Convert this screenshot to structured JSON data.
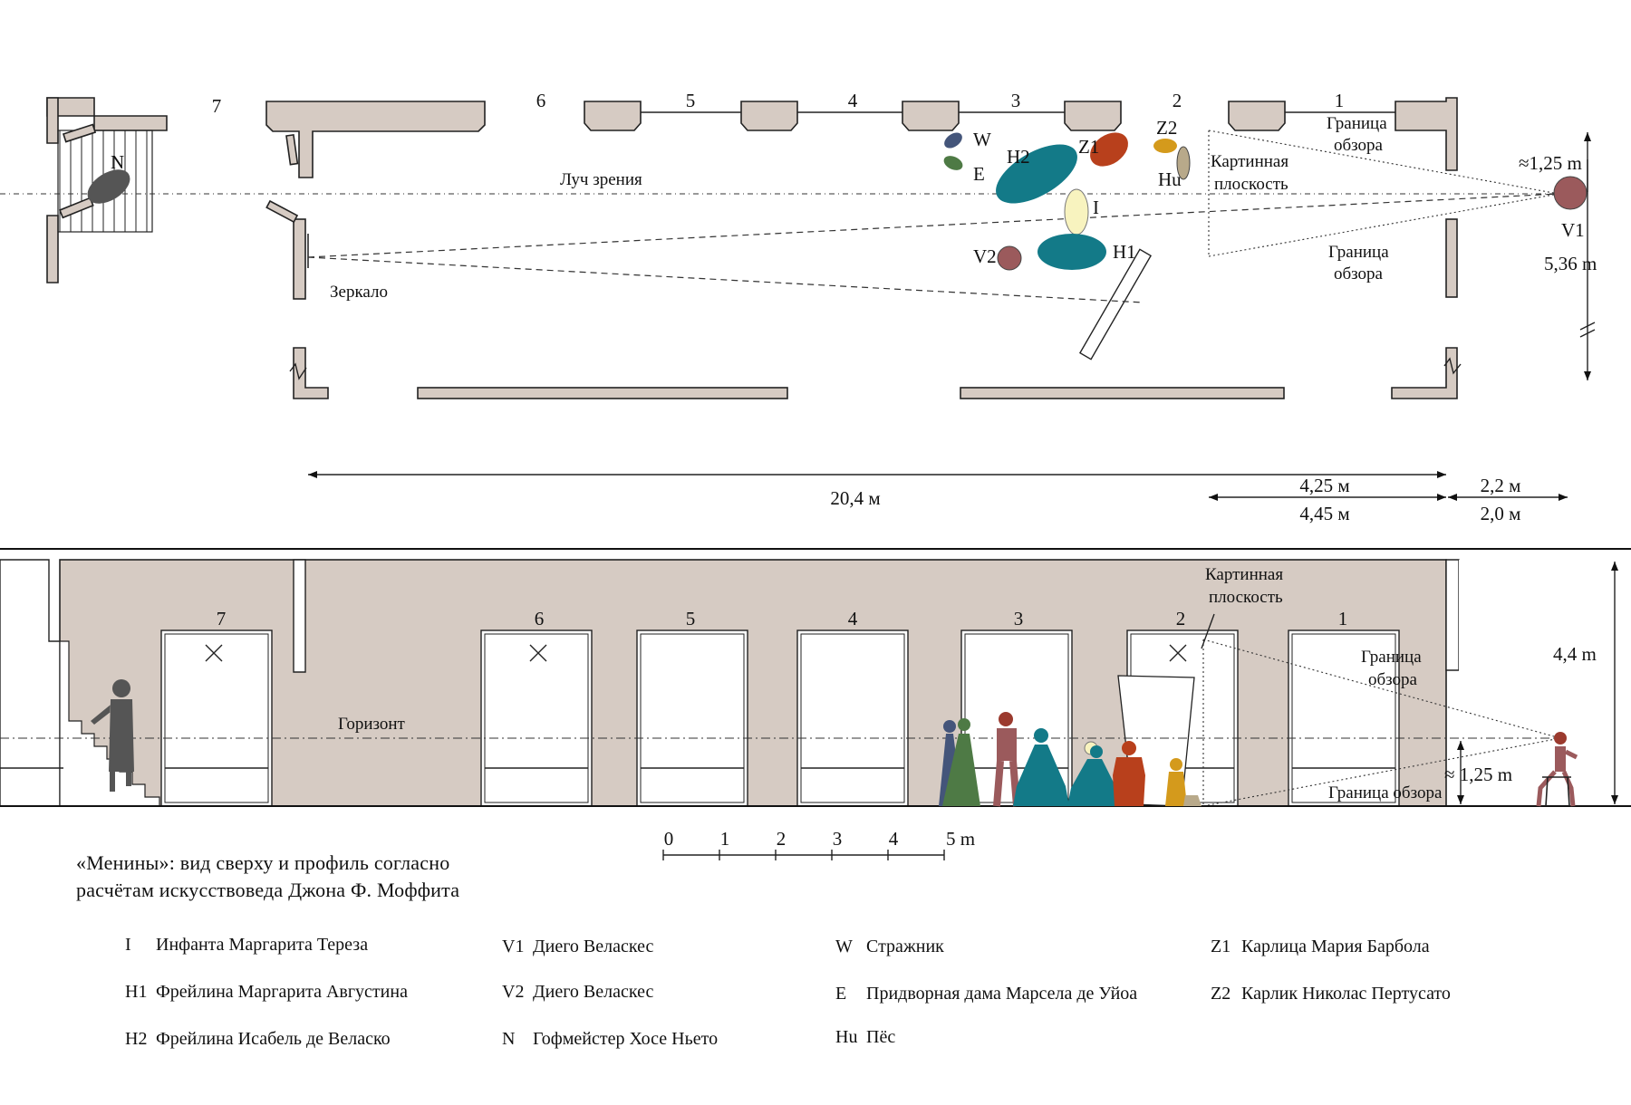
{
  "plan": {
    "windows": [
      "7",
      "6",
      "5",
      "4",
      "3",
      "2",
      "1"
    ],
    "figures": {
      "N": "N",
      "W": "W",
      "E": "E",
      "H2": "H2",
      "Z1": "Z1",
      "Z2": "Z2",
      "Hu": "Hu",
      "I": "I",
      "V2": "V2",
      "H1": "H1",
      "V1": "V1"
    },
    "labels": {
      "sight_ray": "Луч зрения",
      "mirror": "Зеркало",
      "picture_plane_1": "Картинная",
      "picture_plane_2": "плоскость",
      "view_border_1": "Граница",
      "view_border_2": "обзора",
      "eye_height": "≈1,25 m",
      "depth": "5,36 m"
    },
    "dimensions": {
      "total": "20,4 м",
      "d1": "4,25 м",
      "d2": "4,45 м",
      "d3": "2,2 м",
      "d4": "2,0 м"
    }
  },
  "profile": {
    "windows": [
      "7",
      "6",
      "5",
      "4",
      "3",
      "2",
      "1"
    ],
    "labels": {
      "horizon": "Горизонт",
      "picture_plane_1": "Картинная",
      "picture_plane_2": "плоскость",
      "view_border_top_1": "Граница",
      "view_border_top_2": "обзора",
      "view_border_bottom": "Граница обзора",
      "height": "4,4 m",
      "eye_height": "≈ 1,25 m"
    }
  },
  "scale": {
    "ticks": [
      "0",
      "1",
      "2",
      "3",
      "4",
      "5 m"
    ]
  },
  "caption": {
    "line1": "«Менины»: вид сверху и профиль согласно",
    "line2": "расчётам искусствоведа Джона Ф. Моффита"
  },
  "legend": [
    {
      "code": "I",
      "name": "Инфанта Маргарита Тереза"
    },
    {
      "code": "H1",
      "name": "Фрейлина Маргарита Августина"
    },
    {
      "code": "H2",
      "name": "Фрейлина Исабель де Веласко"
    },
    {
      "code": "V1",
      "name": "Диего Веласкес"
    },
    {
      "code": "V2",
      "name": "Диего Веласкес"
    },
    {
      "code": "N",
      "name": "Гофмейстер Хосе Ньето"
    },
    {
      "code": "W",
      "name": "Стражник"
    },
    {
      "code": "E",
      "name": "Придворная дама Марсела де Уйоа"
    },
    {
      "code": "Hu",
      "name": "Пёс"
    },
    {
      "code": "Z1",
      "name": "Карлица Мария Барбола"
    },
    {
      "code": "Z2",
      "name": "Карлик Николас Пертусато"
    }
  ],
  "colors": {
    "wall": "#d6cbc3",
    "teal": "#137a88",
    "red": "#b8401c",
    "dark_red": "#9b3a2e",
    "rose": "#9b5a5c",
    "green": "#4e7a45",
    "navy": "#44557a",
    "gold": "#d49a1c",
    "cream": "#f8f3bf",
    "khaki": "#b8a98a",
    "gray": "#555555"
  }
}
